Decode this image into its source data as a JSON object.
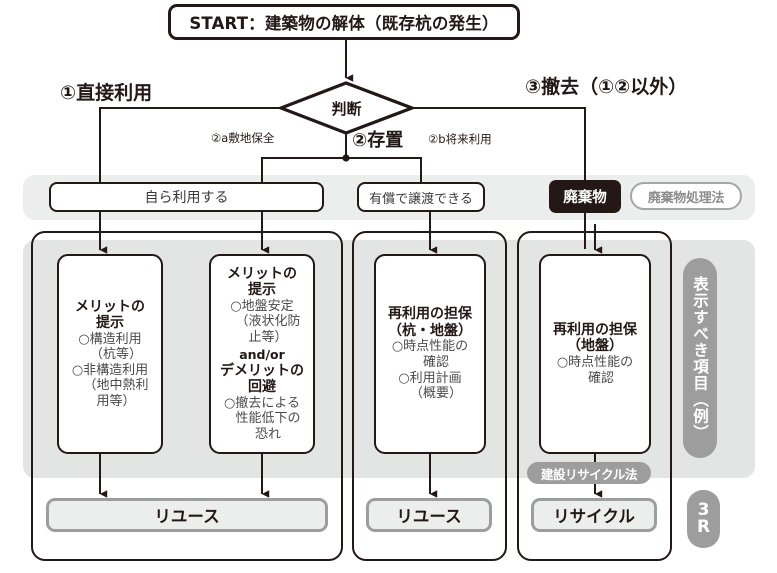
{
  "diagram": {
    "start": {
      "label": "START：建築物の解体（既存杭の発生）"
    },
    "decision": {
      "label": "判断"
    },
    "branches": {
      "one": "①直接利用",
      "two": "②存置",
      "three": "③撤去（①②以外）",
      "two_a": "②a敷地保全",
      "two_b": "②b将来利用"
    },
    "conditions": {
      "self_use": "自ら利用する",
      "paid_transfer": "有償で譲渡できる",
      "waste": "廃棄物",
      "waste_law": "廃棄物処理法"
    },
    "cards": [
      {
        "title": "メリットの",
        "title2": "提示",
        "items": [
          "○構造利用",
          "（杭等）",
          "○非構造利用",
          "（地中熱利",
          "用等）"
        ]
      },
      {
        "title": "メリットの",
        "title2": "提示",
        "items": [
          "○地盤安定",
          "（液状化防",
          "止等）"
        ],
        "connector": "and/or",
        "title3": "デメリットの",
        "title4": "回避",
        "items2": [
          "○撤去による",
          "性能低下の",
          "恐れ"
        ]
      },
      {
        "title": "再利用の担保",
        "title2": "（杭・地盤）",
        "items": [
          "○時点性能の",
          "確認",
          "○利用計画",
          "（概要）"
        ]
      },
      {
        "title": "再利用の担保",
        "title2": "（地盤）",
        "items": [
          "○時点性能の",
          "確認"
        ]
      }
    ],
    "results": {
      "reuse_a": "リユース",
      "reuse_b": "リユース",
      "recycle": "リサイクル"
    },
    "badges": {
      "construction_recycle_law": "建設リサイクル法",
      "display_items": "表示すべき項目（例）",
      "three_r_top": "3",
      "three_r_bottom": "R"
    },
    "colors": {
      "ink": "#231815",
      "gray_band": "#eceded",
      "gray_panel": "#e3e4e4",
      "gray_mid": "#9d9d9d",
      "white": "#ffffff"
    }
  }
}
